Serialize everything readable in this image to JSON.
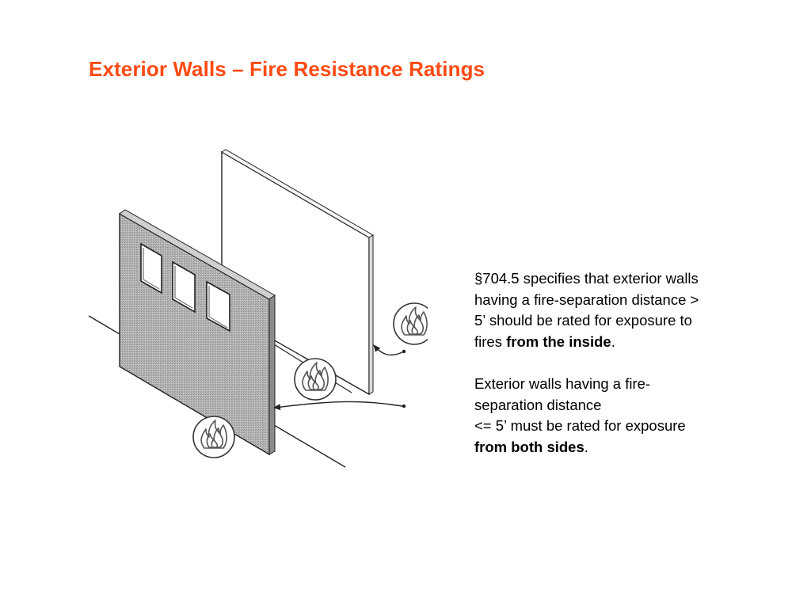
{
  "slide": {
    "title": "Exterior Walls – Fire Resistance Ratings"
  },
  "notes": [
    {
      "lines": [
        "§704.5 specifies that exterior walls",
        "having a fire-separation distance >",
        "5’ should be rated for exposure to"
      ],
      "last_prefix": "fires ",
      "emphasis": "from the inside",
      "suffix": "."
    },
    {
      "lines": [
        "Exterior walls having a fire-",
        "separation distance",
        "<= 5’ must be rated for exposure"
      ],
      "last_prefix": "",
      "emphasis": "from both sides",
      "suffix": "."
    }
  ],
  "figure": {
    "wall_fill": "#a9a9a9",
    "panel_fill": "#ffffff",
    "stroke": "#222222",
    "fire_symbols": [
      "fire-icon",
      "fire-icon",
      "fire-icon"
    ]
  }
}
